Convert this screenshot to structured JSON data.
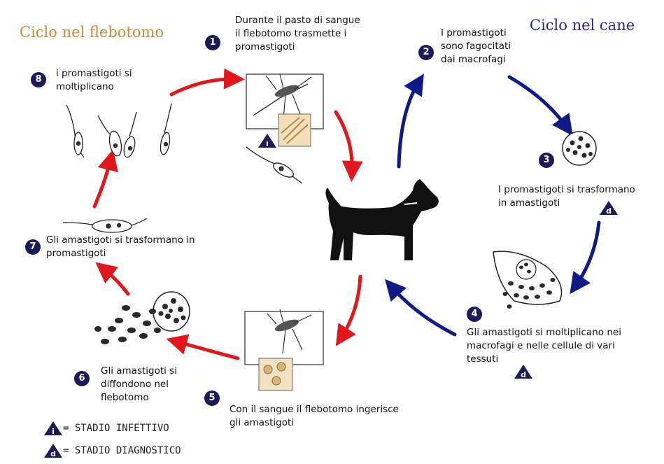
{
  "titles": {
    "sandfly": "Ciclo nel flebotomo",
    "dog": "Ciclo nel cane"
  },
  "colors": {
    "sandfly_title": "#c98a3e",
    "dog_title": "#2a2a86",
    "red_arrow": "#e0181e",
    "blue_arrow": "#0f1a84",
    "badge": "#1d1a58",
    "dog": "#111111"
  },
  "steps": [
    {
      "num": "1",
      "text": "Durante il pasto di sangue\nil flebotomo trasmette i\npromastigoti"
    },
    {
      "num": "2",
      "text": "I promastigoti\nsono fagocitati\ndai macrofagi"
    },
    {
      "num": "3",
      "text": "I promastigoti si trasformano\nin amastigoti"
    },
    {
      "num": "4",
      "text": "Gli amastigoti si moltiplicano nei\nmacrofagi e nelle cellule di vari\ntessuti"
    },
    {
      "num": "5",
      "text": "Con il sangue il flebotomo ingerisce\ngli amastigoti"
    },
    {
      "num": "6",
      "text": "Gli amastigoti si\ndiffondono nel\nflebotomo"
    },
    {
      "num": "7",
      "text": "Gli amastigoti si trasformano in\npromastigoti"
    },
    {
      "num": "8",
      "text": "i promastigoti si\nmoltiplicano"
    }
  ],
  "badges": {
    "infective": "i",
    "diagnostic": "d"
  },
  "legend": {
    "infective": "= STADIO INFETTIVO",
    "diagnostic": "= STADIO DIAGNOSTICO"
  }
}
